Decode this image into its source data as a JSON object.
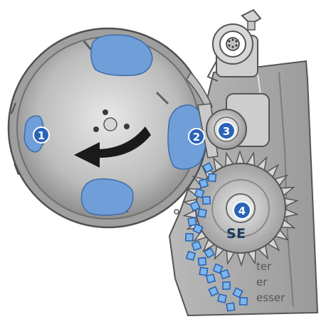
{
  "callouts": [
    {
      "num": "1"
    },
    {
      "num": "2"
    },
    {
      "num": "3"
    },
    {
      "num": "4"
    }
  ],
  "cutoff_text": {
    "title": "SE",
    "lines": [
      "ter",
      "er",
      "esser"
    ]
  },
  "colors": {
    "metal_light": "#d9d9d9",
    "metal_mid": "#a9a9a9",
    "metal_dark": "#555555",
    "product_blue": "#6f9ed9",
    "chunk_fill": "#7eb4ec",
    "chunk_stroke": "#2461b0",
    "badge_blue": "#2a63b8"
  }
}
